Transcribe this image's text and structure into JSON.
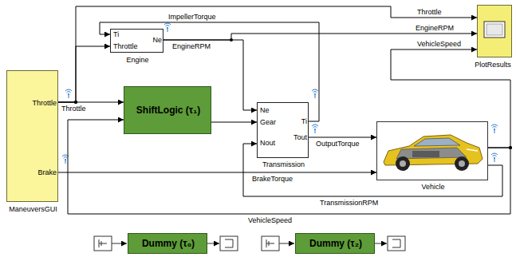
{
  "diagram": {
    "nodes": [
      {
        "text": [
          "Throttle",
          "Brake",
          "ManeuversGUI"
        ]
      },
      {
        "text": [
          "Ti",
          "Throttle",
          "Ne",
          "Engine"
        ]
      },
      {
        "text": [
          "PlotResults"
        ]
      },
      {
        "text": [
          "ShiftLogic (τ₁)"
        ]
      },
      {
        "text": [
          "Ne",
          "Gear",
          "Nout",
          "Ti",
          "Tout",
          "Transmission"
        ]
      },
      {
        "text": [
          "Vehicle"
        ]
      },
      {
        "text": [
          "Dummy (τ₀)"
        ]
      },
      {
        "text": [
          "Dummy (τ₂)"
        ]
      }
    ],
    "edges": [
      {
        "from": 0,
        "to": 1,
        "arrow": "to",
        "label": "Throttle"
      },
      {
        "from": 0,
        "to": 3,
        "arrow": "to"
      },
      {
        "from": 0,
        "to": 2,
        "arrow": "to",
        "label": "Throttle"
      },
      {
        "from": 4,
        "to": 1,
        "arrow": "to",
        "label": "ImpellerTorque"
      },
      {
        "from": 1,
        "to": 4,
        "arrow": "to",
        "label": "EngineRPM"
      },
      {
        "from": 1,
        "to": 2,
        "arrow": "to",
        "label": "EngineRPM"
      },
      {
        "from": 3,
        "to": 4,
        "arrow": "to"
      },
      {
        "from": 4,
        "to": 5,
        "arrow": "to",
        "label": "OutputTorque"
      },
      {
        "from": 0,
        "to": 5,
        "arrow": "to",
        "label": "BrakeTorque"
      },
      {
        "from": 5,
        "to": 4,
        "arrow": "to",
        "label": "TransmissionRPM"
      },
      {
        "from": 5,
        "to": 3,
        "arrow": "to",
        "label": "VehicleSpeed"
      },
      {
        "from": 5,
        "to": 2,
        "arrow": "to",
        "label": "VehicleSpeed"
      }
    ]
  }
}
